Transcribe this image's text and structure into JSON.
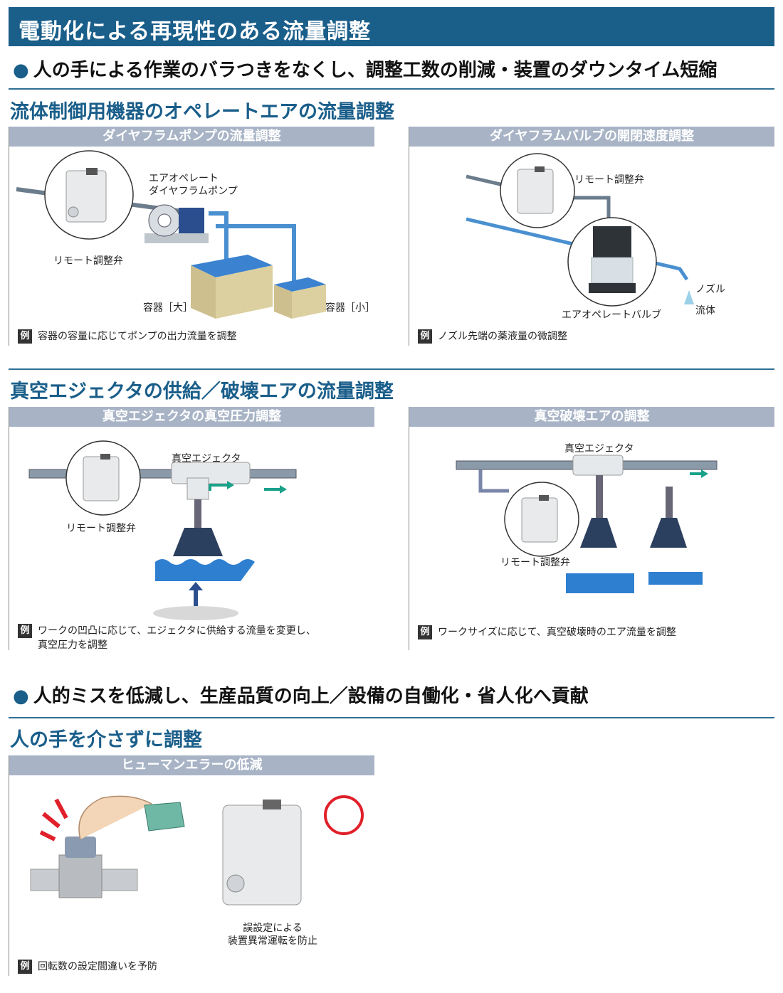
{
  "header": {
    "title": "電動化による再現性のある流量調整"
  },
  "bullet1": "人の手による作業のバラつきをなくし、調整工数の削減・装置のダウンタイム短縮",
  "section1": {
    "title": "流体制御用機器のオペレートエアの流量調整",
    "panel_left": {
      "header": "ダイヤフラムポンプの流量調整",
      "label_pump_line1": "エアオペレート",
      "label_pump_line2": "ダイヤフラムポンプ",
      "label_valve": "リモート調整弁",
      "label_big": "容器［大］",
      "label_small": "容器［小］",
      "example_tag": "例",
      "example_text": "容器の容量に応じてポンプの出力流量を調整"
    },
    "panel_right": {
      "header": "ダイヤフラムバルブの開閉速度調整",
      "label_valve": "リモート調整弁",
      "label_nozzle": "ノズル",
      "label_fluid": "流体",
      "label_air_valve": "エアオペレートバルブ",
      "example_tag": "例",
      "example_text": "ノズル先端の薬液量の微調整"
    }
  },
  "section2": {
    "title": "真空エジェクタの供給／破壊エアの流量調整",
    "panel_left": {
      "header": "真空エジェクタの真空圧力調整",
      "label_ejector": "真空エジェクタ",
      "label_valve": "リモート調整弁",
      "example_tag": "例",
      "example_line1": "ワークの凹凸に応じて、エジェクタに供給する流量を変更し、",
      "example_line2": "真空圧力を調整"
    },
    "panel_right": {
      "header": "真空破壊エアの調整",
      "label_ejector": "真空エジェクタ",
      "label_valve": "リモート調整弁",
      "example_tag": "例",
      "example_text": "ワークサイズに応じて、真空破壊時のエア流量を調整"
    }
  },
  "bullet2": "人的ミスを低減し、生産品質の向上／設備の自働化・省人化へ貢献",
  "section3": {
    "title": "人の手を介さずに調整",
    "panel": {
      "header": "ヒューマンエラーの低減",
      "caption_line1": "誤設定による",
      "caption_line2": "装置異常運転を防止",
      "example_tag": "例",
      "example_text": "回転数の設定間違いを予防"
    }
  },
  "colors": {
    "brand_blue": "#1a5e8a",
    "panel_header": "#a8b4c6",
    "arrow_teal": "#1aa18a",
    "ok_circle": "#e0202a"
  }
}
